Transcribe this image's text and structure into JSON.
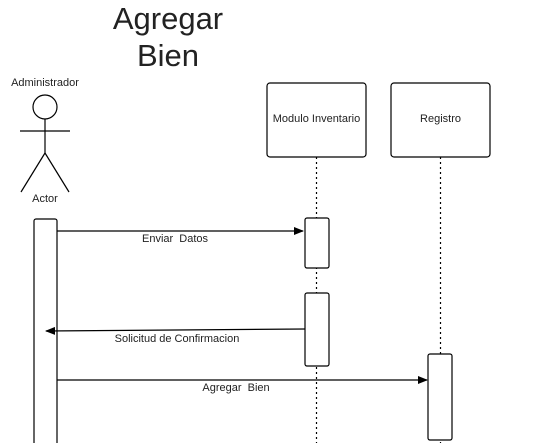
{
  "diagram": {
    "title_line1": "Agregar",
    "title_line2": "Bien",
    "actor": {
      "role_label": "Administrador",
      "name_label": "Actor"
    },
    "objects": [
      {
        "id": "modulo",
        "label": "Modulo Inventario"
      },
      {
        "id": "registro",
        "label": "Registro"
      }
    ],
    "messages": [
      {
        "label": "Enviar  Datos",
        "from": "actor",
        "to": "modulo"
      },
      {
        "label": "Solicitud de Confirmacion",
        "from": "modulo",
        "to": "actor"
      },
      {
        "label": "Agregar  Bien",
        "from": "actor",
        "to": "registro"
      }
    ]
  }
}
